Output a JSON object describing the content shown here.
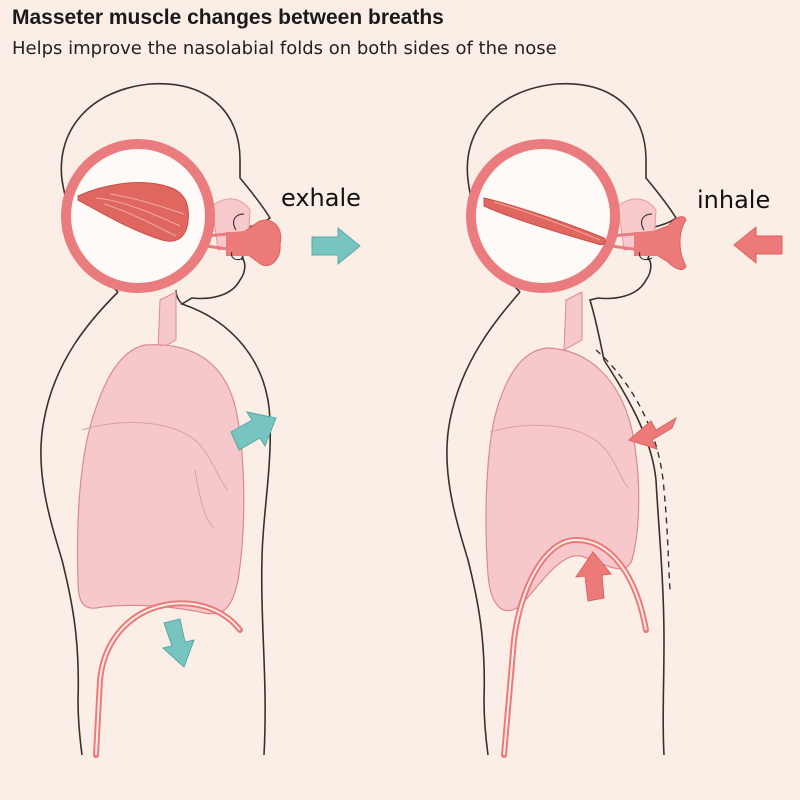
{
  "header": {
    "title": "Masseter muscle changes between breaths",
    "subtitle": "Helps improve the nasolabial folds on both sides of the nose"
  },
  "panels": [
    {
      "label": "exhale"
    },
    {
      "label": "inhale"
    }
  ],
  "colors": {
    "background": "#fbeee6",
    "outline": "#3a3030",
    "lung_fill": "#f6c8cc",
    "ring": "#ea7b7e",
    "muscle": "#e0675f",
    "arrow_teal": "#78c4c1",
    "arrow_red": "#ec7a78"
  }
}
